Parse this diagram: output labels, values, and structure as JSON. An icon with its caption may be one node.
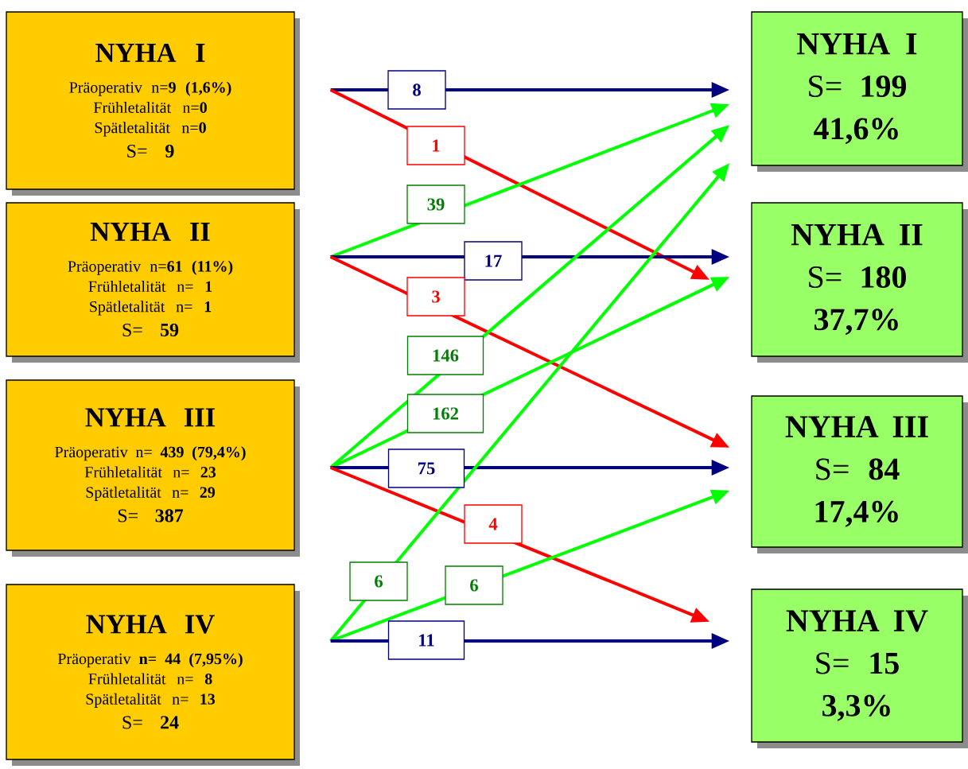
{
  "diagram": {
    "nodes": [
      {
        "text": [
          "NYHA I",
          "Präoperativ n=**9 (1,6%)**",
          "Frühletalität n=**0**",
          "Spätletalität n=**0**",
          "S= **9**"
        ]
      },
      {
        "text": [
          "NYHA II",
          "Präoperativ n=**61 (11%)**",
          "Frühletalität n= **1**",
          "Spätletalität n= **1**",
          "S= **59**"
        ]
      },
      {
        "text": [
          "NYHA III",
          "Präoperativ n= **439 (79,4%)**",
          "Frühletalität n= **23**",
          "Spätletalität n= **29**",
          "S= **387**"
        ]
      },
      {
        "text": [
          "NYHA IV",
          "Präoperativ **n= 44 (7,95%)**",
          "Frühletalität n= **8**",
          "Spätletalität n= **13**",
          "S= **24**"
        ]
      },
      {
        "text": [
          "NYHA I",
          "S= **199**",
          "41,6%"
        ]
      },
      {
        "text": [
          "NYHA II",
          "S= **180**",
          "37,7%"
        ]
      },
      {
        "text": [
          "NYHA III",
          "S= **84**",
          "17,4%"
        ]
      },
      {
        "text": [
          "NYHA IV",
          "S= **15**",
          "3,3%"
        ]
      }
    ],
    "edges": [
      {
        "from": 0,
        "to": 4,
        "arrow": "to",
        "label": "8",
        "color": "#000080"
      },
      {
        "from": 0,
        "to": 5,
        "arrow": "to",
        "label": "1",
        "color": "#ff0000"
      },
      {
        "from": 1,
        "to": 4,
        "arrow": "to",
        "label": "39"
      },
      {
        "from": 1,
        "to": 5,
        "arrow": "to",
        "label": "17",
        "color": "#000080"
      },
      {
        "from": 1,
        "to": 6,
        "arrow": "to",
        "label": "3",
        "color": "#ff0000"
      },
      {
        "from": 2,
        "to": 4,
        "arrow": "to",
        "label": "146"
      },
      {
        "from": 2,
        "to": 5,
        "arrow": "to",
        "label": "162"
      },
      {
        "from": 2,
        "to": 6,
        "arrow": "to",
        "label": "75",
        "color": "#000080"
      },
      {
        "from": 2,
        "to": 7,
        "arrow": "to",
        "label": "4",
        "color": "#ff0000"
      },
      {
        "from": 3,
        "to": 4,
        "arrow": "to",
        "label": "6"
      },
      {
        "from": 3,
        "to": 6,
        "arrow": "to",
        "label": "6"
      },
      {
        "from": 3,
        "to": 7,
        "arrow": "to",
        "label": "11",
        "color": "#000080"
      }
    ]
  }
}
